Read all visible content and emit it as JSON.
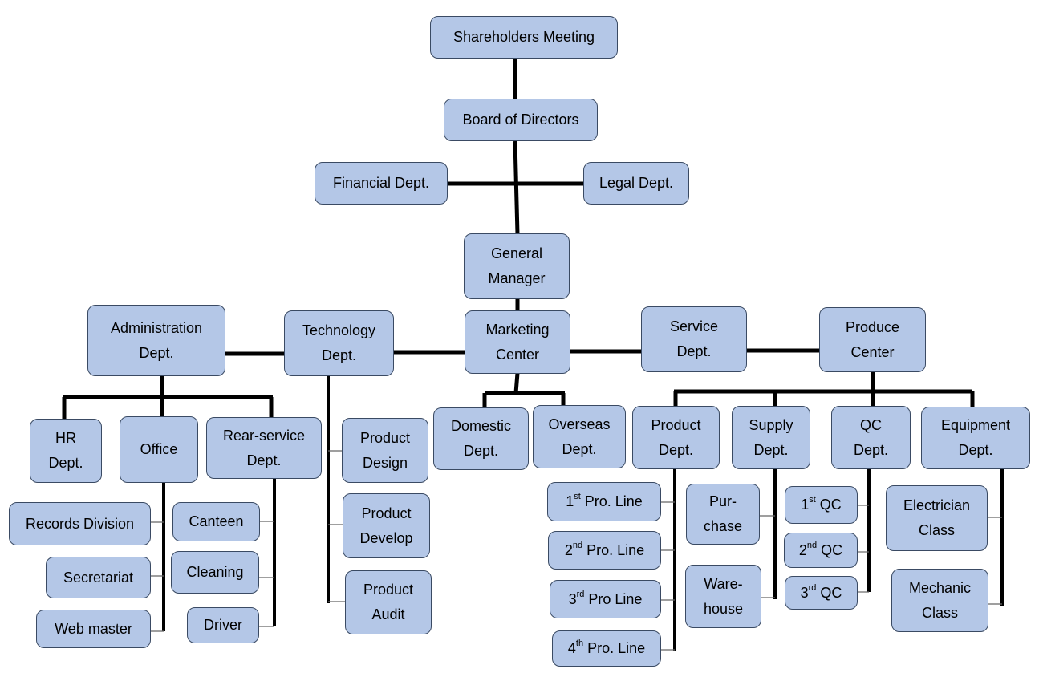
{
  "nodes": {
    "shareholders": [
      "Shareholders Meeting"
    ],
    "board": [
      "Board of Directors"
    ],
    "financial": [
      "Financial Dept."
    ],
    "legal": [
      "Legal Dept."
    ],
    "gm": [
      "General",
      "Manager"
    ],
    "admin": [
      "Administration",
      "Dept."
    ],
    "tech": [
      "Technology",
      "Dept."
    ],
    "marketing": [
      "Marketing",
      "Center"
    ],
    "service": [
      "Service",
      "Dept."
    ],
    "produce": [
      "Produce",
      "Center"
    ],
    "hr": [
      "HR",
      "Dept."
    ],
    "office": [
      "Office"
    ],
    "rear": [
      "Rear-service",
      "Dept."
    ],
    "records": [
      "Records Division"
    ],
    "secretariat": [
      "Secretariat"
    ],
    "webmaster": [
      "Web master"
    ],
    "canteen": [
      "Canteen"
    ],
    "cleaning": [
      "Cleaning"
    ],
    "driver": [
      "Driver"
    ],
    "pdesign": [
      "Product",
      "Design"
    ],
    "pdevelop": [
      "Product",
      "Develop"
    ],
    "paudit": [
      "Product",
      "Audit"
    ],
    "domestic": [
      "Domestic",
      "Dept."
    ],
    "overseas": [
      "Overseas",
      "Dept."
    ],
    "proddept": [
      "Product",
      "Dept."
    ],
    "supply": [
      "Supply",
      "Dept."
    ],
    "qc": [
      "QC",
      "Dept."
    ],
    "equipment": [
      "Equipment",
      "Dept."
    ],
    "line1": {
      "num": "1",
      "sup": "st",
      "text": " Pro. Line"
    },
    "line2": {
      "num": "2",
      "sup": "nd",
      "text": " Pro. Line"
    },
    "line3": {
      "num": "3",
      "sup": "rd",
      "text": " Pro Line"
    },
    "line4": {
      "num": "4",
      "sup": "th",
      "text": " Pro. Line"
    },
    "purchase": [
      "Pur-",
      "chase"
    ],
    "warehouse": [
      "Ware-",
      "house"
    ],
    "qc1": {
      "num": "1",
      "sup": "st",
      "text": " QC"
    },
    "qc2": {
      "num": "2",
      "sup": "nd",
      "text": " QC"
    },
    "qc3": {
      "num": "3",
      "sup": "rd",
      "text": " QC"
    },
    "electrician": [
      "Electrician",
      "Class"
    ],
    "mechanic": [
      "Mechanic",
      "Class"
    ]
  },
  "colors": {
    "box_fill": "#b4c7e7",
    "box_border": "#3a4a63",
    "connector": "#000000"
  }
}
